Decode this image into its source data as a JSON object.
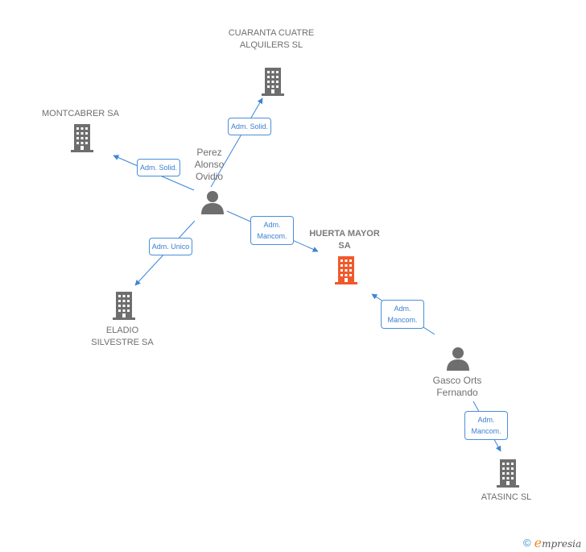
{
  "colors": {
    "company": "#6e6e6e",
    "focus_company": "#f0592a",
    "person": "#6e6e6e",
    "edge": "#3c84d6"
  },
  "nodes": {
    "cuarenta": {
      "label": "CUARANTA CUATRE ALQUILERS SL",
      "icon": "building-icon"
    },
    "montcabrer": {
      "label": "MONTCABRER SA",
      "icon": "building-icon"
    },
    "perez": {
      "label": "Perez Alonso Ovidio",
      "icon": "person-icon"
    },
    "huerta": {
      "label": "HUERTA MAYOR SA",
      "icon": "building-icon"
    },
    "eladio": {
      "label": "ELADIO SILVESTRE SA",
      "icon": "building-icon"
    },
    "gasco": {
      "label": "Gasco Orts Fernando",
      "icon": "person-icon"
    },
    "atasinc": {
      "label": "ATASINC SL",
      "icon": "building-icon"
    }
  },
  "edges": {
    "perez_cuarenta": "Adm. Solid.",
    "perez_montcabrer": "Adm. Solid.",
    "perez_huerta": "Adm. Mancom.",
    "perez_eladio": "Adm. Unico",
    "gasco_huerta": "Adm. Mancom.",
    "gasco_atasinc": "Adm. Mancom."
  },
  "brand": {
    "copyright": "©",
    "initial": "e",
    "rest": "mpresia"
  }
}
